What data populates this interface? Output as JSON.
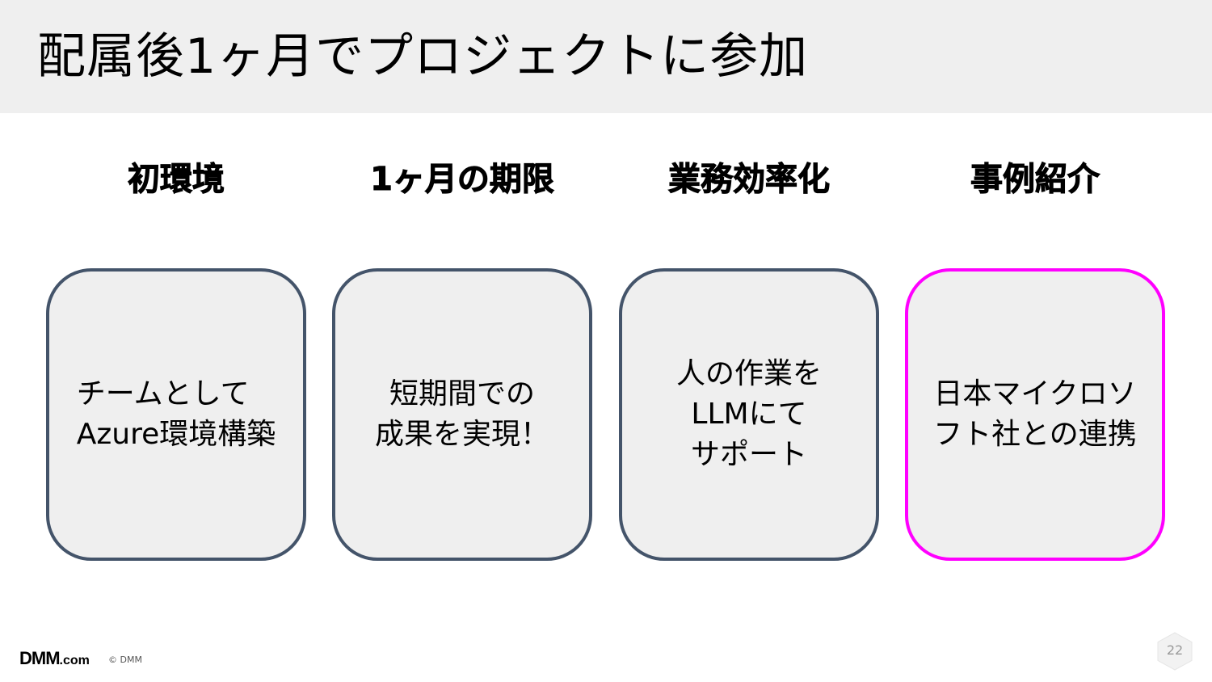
{
  "header": {
    "title": "配属後1ヶ月でプロジェクトに参加"
  },
  "columns": [
    {
      "heading": "初環境",
      "card_text": "チームとして\nAzure環境構築",
      "highlighted": false
    },
    {
      "heading": "1ヶ月の期限",
      "card_text": "短期間での\n成果を実現！",
      "highlighted": false
    },
    {
      "heading": "業務効率化",
      "card_text": "人の作業を\nLLMにて\nサポート",
      "highlighted": false
    },
    {
      "heading": "事例紹介",
      "card_text": "日本マイクロソ\nフト社との連携",
      "highlighted": true
    }
  ],
  "colors": {
    "title_bar_bg": "#efefef",
    "card_bg": "#efefef",
    "card_border": "#44546a",
    "card_highlight_border": "#ff00ff"
  },
  "footer": {
    "logo_main": "DMM",
    "logo_suffix": ".com",
    "copyright": "© DMM",
    "page_number": "22"
  }
}
